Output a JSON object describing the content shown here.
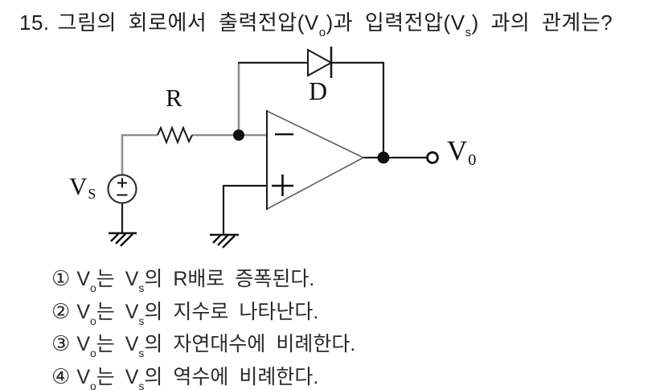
{
  "question": {
    "number": "15.",
    "pre": "그림의 회로에서 출력전압(V",
    "sub1": "o",
    "mid": ")과 입력전압(V",
    "sub2": "s",
    "post": ") 과의 관계는?"
  },
  "circuit": {
    "labels": {
      "resistor": "R",
      "diode": "D",
      "source_main": "V",
      "source_sub": "S",
      "output_main": "V",
      "output_sub": "0"
    },
    "colors": {
      "wire_gray": "#8f8f8f",
      "wire_black": "#1a1a1a"
    }
  },
  "choices": [
    {
      "num": "①",
      "v1": "V",
      "s1": "o",
      "t1": "는 V",
      "s2": "s",
      "t2": "의 R배로 증폭된다."
    },
    {
      "num": "②",
      "v1": "V",
      "s1": "o",
      "t1": "는 V",
      "s2": "s",
      "t2": "의 지수로 나타난다."
    },
    {
      "num": "③",
      "v1": "V",
      "s1": "o",
      "t1": "는 V",
      "s2": "s",
      "t2": "의 자연대수에 비례한다."
    },
    {
      "num": "④",
      "v1": "V",
      "s1": "o",
      "t1": "는 V",
      "s2": "s",
      "t2": "의 역수에 비례한다."
    }
  ]
}
